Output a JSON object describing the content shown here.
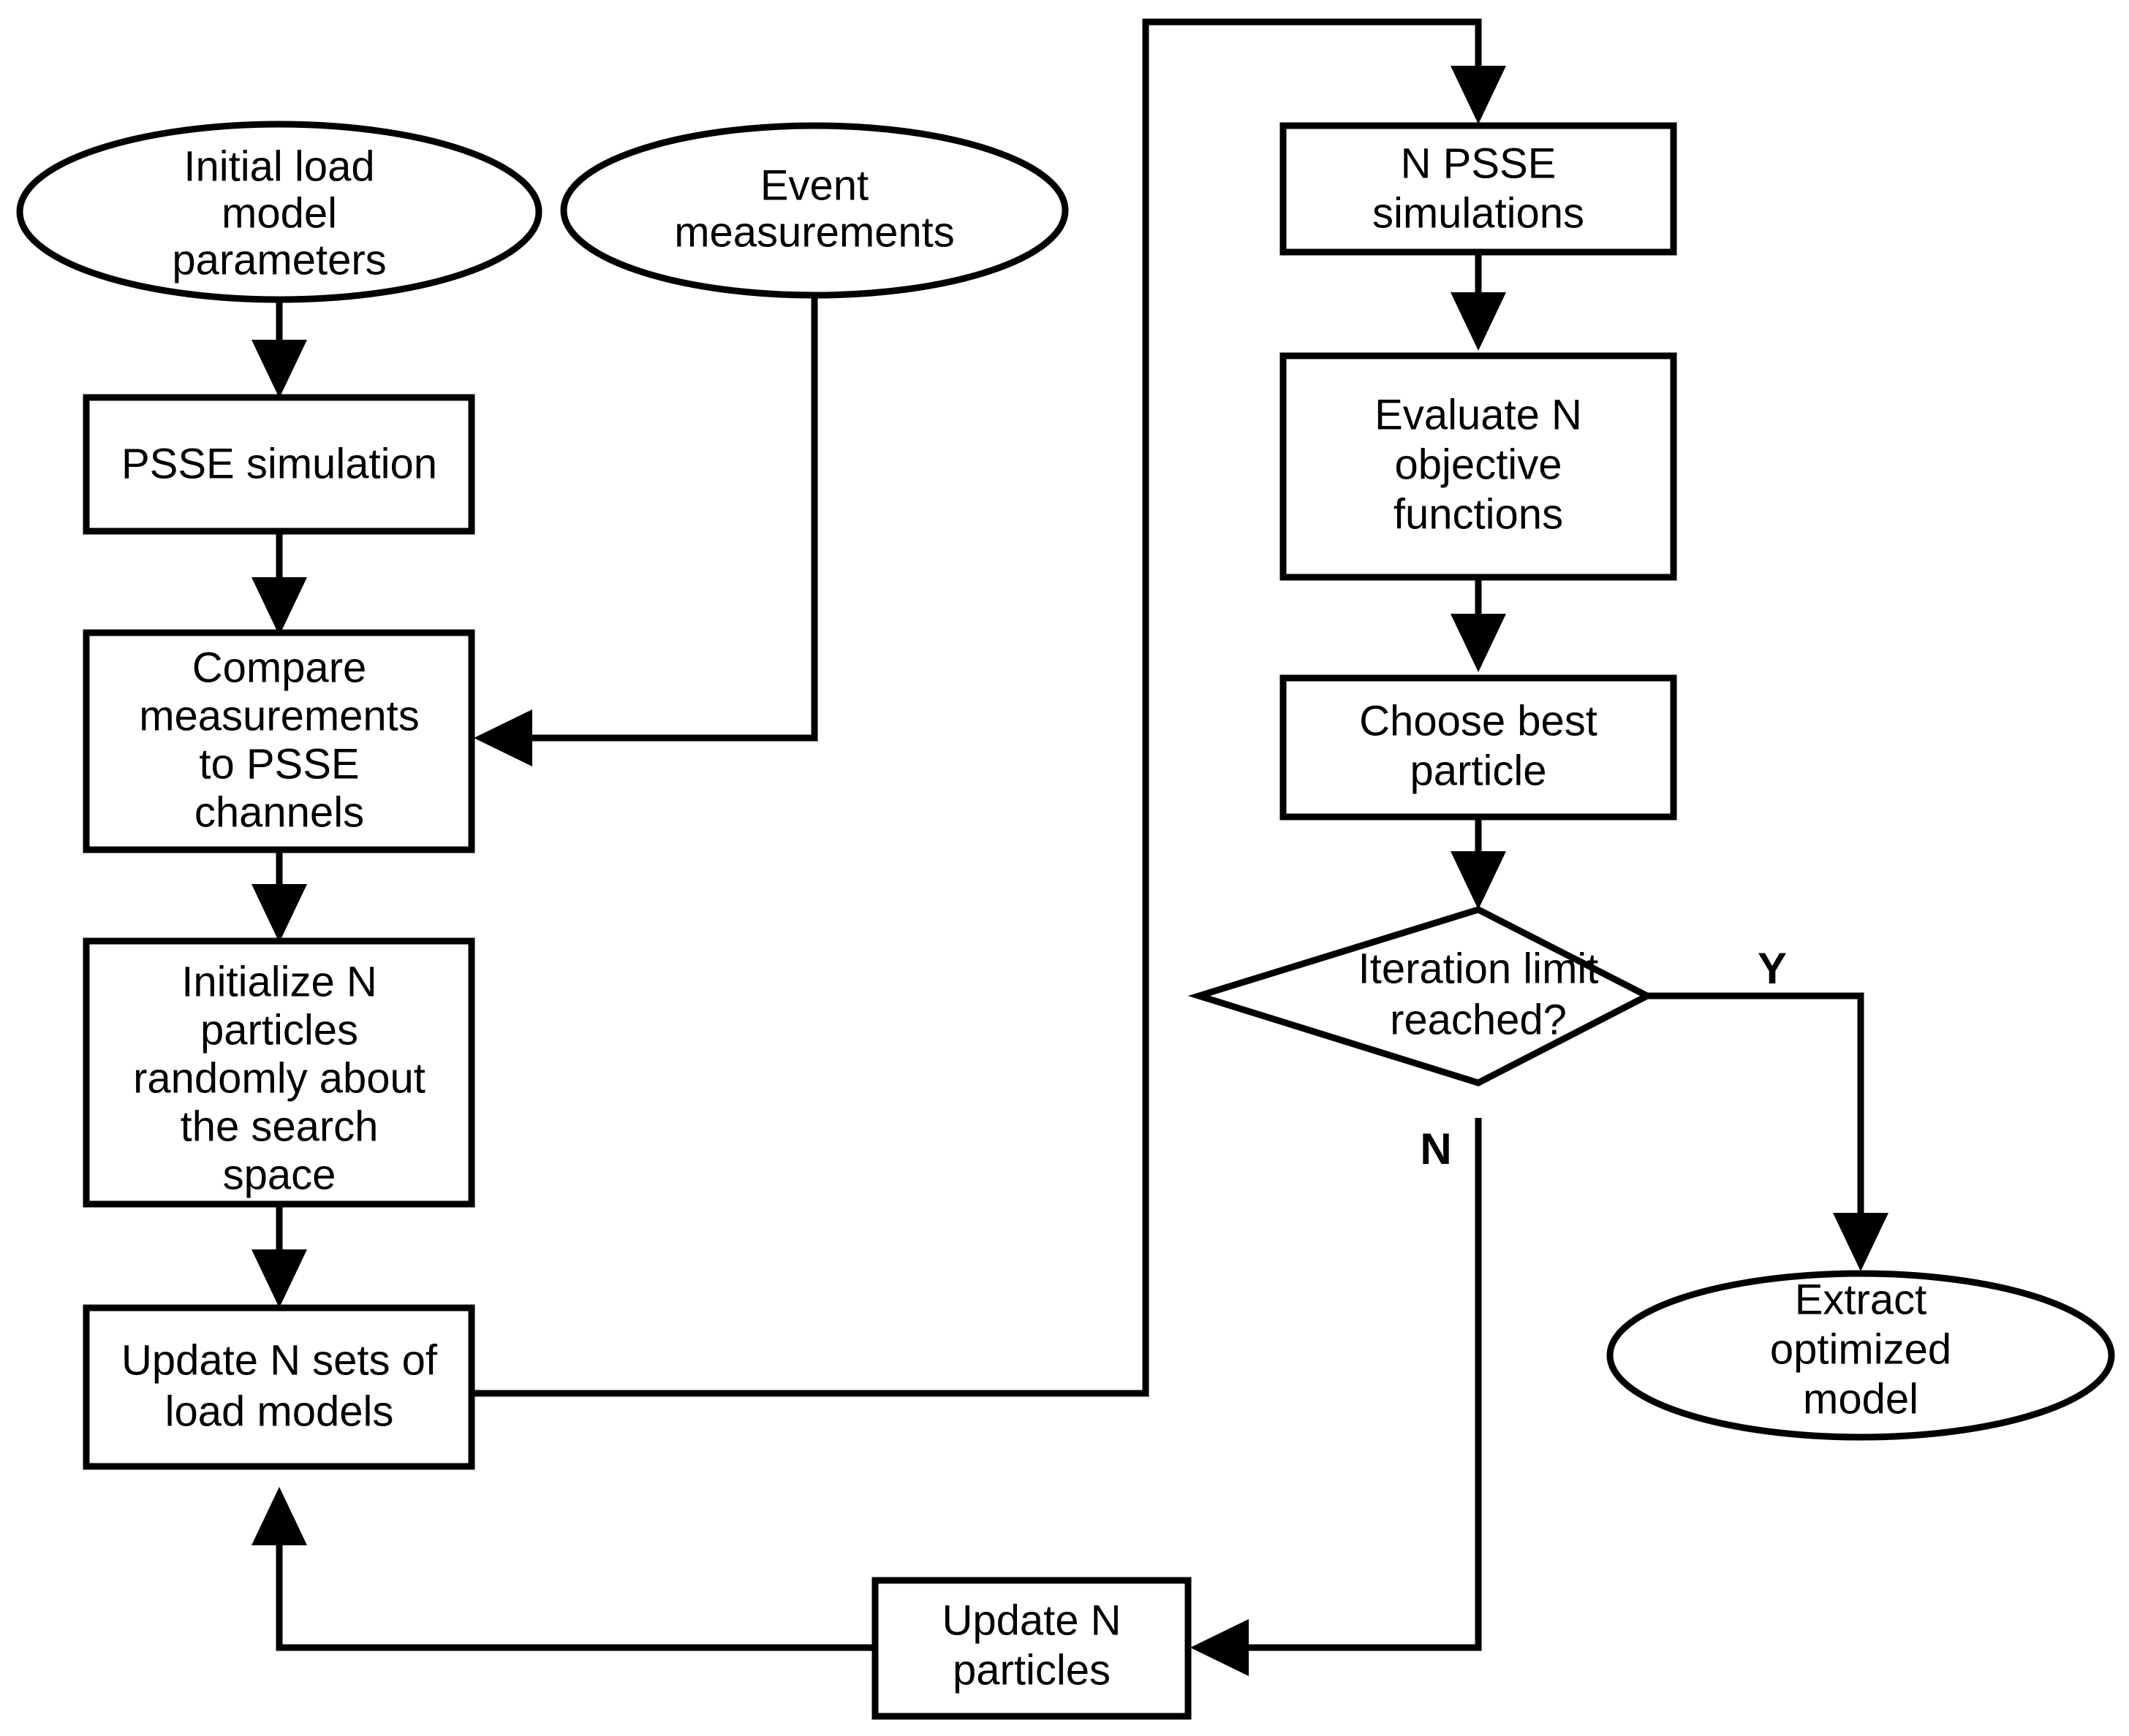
{
  "diagram": {
    "type": "flowchart",
    "title": "",
    "nodes": {
      "initial_load_model_parameters": {
        "shape": "ellipse",
        "lines": [
          "Initial load",
          "model",
          "parameters"
        ]
      },
      "event_measurements": {
        "shape": "ellipse",
        "lines": [
          "Event",
          "measurements"
        ]
      },
      "psse_simulation": {
        "shape": "rectangle",
        "lines": [
          "PSSE simulation"
        ]
      },
      "compare_measurements": {
        "shape": "rectangle",
        "lines": [
          "Compare",
          "measurements",
          "to PSSE",
          "channels"
        ]
      },
      "initialize_n_particles": {
        "shape": "rectangle",
        "lines": [
          "Initialize N",
          "particles",
          "randomly about",
          "the search",
          "space"
        ]
      },
      "update_n_sets_load_models": {
        "shape": "rectangle",
        "lines": [
          "Update N sets of",
          "load models"
        ]
      },
      "n_psse_simulations": {
        "shape": "rectangle",
        "lines": [
          "N PSSE",
          "simulations"
        ]
      },
      "evaluate_objective_functions": {
        "shape": "rectangle",
        "lines": [
          "Evaluate N",
          "objective",
          "functions"
        ]
      },
      "choose_best_particle": {
        "shape": "rectangle",
        "lines": [
          "Choose best",
          "particle"
        ]
      },
      "iteration_limit_reached": {
        "shape": "diamond",
        "lines": [
          "Iteration limit",
          "reached?"
        ]
      },
      "extract_optimized_model": {
        "shape": "ellipse",
        "lines": [
          "Extract",
          "optimized",
          "model"
        ]
      },
      "update_n_particles": {
        "shape": "rectangle",
        "lines": [
          "Update N",
          "particles"
        ]
      }
    },
    "branch_labels": {
      "yes": "Y",
      "no": "N"
    },
    "edges": [
      {
        "from": "initial_load_model_parameters",
        "to": "psse_simulation",
        "label": ""
      },
      {
        "from": "psse_simulation",
        "to": "compare_measurements",
        "label": ""
      },
      {
        "from": "event_measurements",
        "to": "compare_measurements",
        "label": ""
      },
      {
        "from": "compare_measurements",
        "to": "initialize_n_particles",
        "label": ""
      },
      {
        "from": "initialize_n_particles",
        "to": "update_n_sets_load_models",
        "label": ""
      },
      {
        "from": "update_n_sets_load_models",
        "to": "n_psse_simulations",
        "label": ""
      },
      {
        "from": "n_psse_simulations",
        "to": "evaluate_objective_functions",
        "label": ""
      },
      {
        "from": "evaluate_objective_functions",
        "to": "choose_best_particle",
        "label": ""
      },
      {
        "from": "choose_best_particle",
        "to": "iteration_limit_reached",
        "label": ""
      },
      {
        "from": "iteration_limit_reached",
        "to": "extract_optimized_model",
        "label": "Y"
      },
      {
        "from": "iteration_limit_reached",
        "to": "update_n_particles",
        "label": "N"
      },
      {
        "from": "update_n_particles",
        "to": "update_n_sets_load_models",
        "label": ""
      }
    ],
    "colors": {
      "stroke": "#000000",
      "fill": "#ffffff",
      "text": "#000000"
    }
  }
}
